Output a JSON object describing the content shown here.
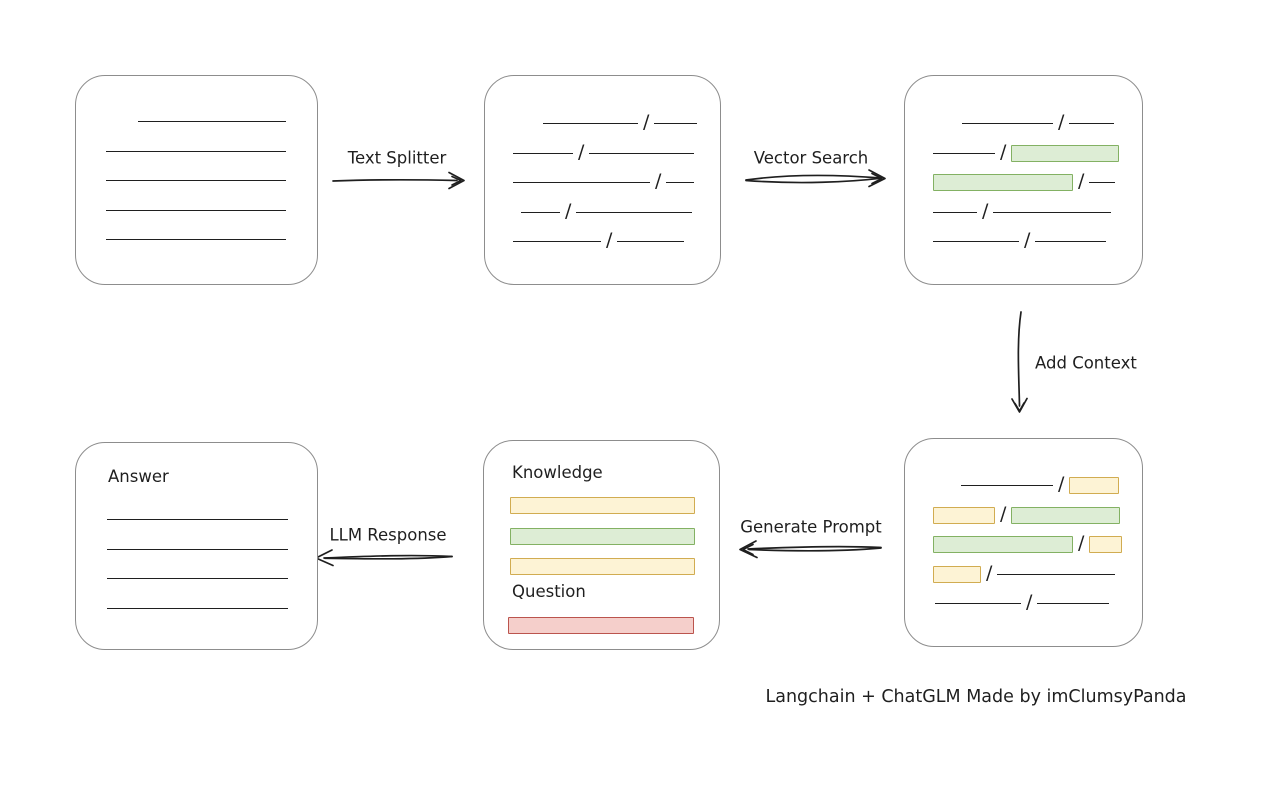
{
  "caption": "Langchain + ChatGLM Made by imClumsyPanda",
  "labels": {
    "text_splitter": "Text Splitter",
    "vector_search": "Vector Search",
    "add_context": "Add Context",
    "generate_prompt": "Generate Prompt",
    "llm_response": "LLM Response",
    "answer": "Answer"
  },
  "prompt_box": {
    "title": "Knowledge",
    "question_label": "Question",
    "knowledge_bars": [
      {
        "color": "yellow",
        "w": 183
      },
      {
        "color": "green",
        "w": 183
      },
      {
        "color": "yellow",
        "w": 183
      }
    ],
    "question_bars": [
      {
        "color": "red",
        "w": 184
      }
    ]
  },
  "colors": {
    "ink": "#1f1f1f",
    "box_border": "#8d8d8d",
    "green_fill": "#ddedd5",
    "green_stroke": "#83b163",
    "yellow_fill": "#fdf3d5",
    "yellow_stroke": "#d1ac51",
    "red_fill": "#f5cfcb",
    "red_stroke": "#bb544d"
  },
  "chunk_boxes": [
    {
      "id": "source-document",
      "rows": [
        [
          {
            "t": "line",
            "w": 148,
            "ml": 32
          }
        ],
        [
          {
            "t": "line",
            "w": 180
          }
        ],
        [
          {
            "t": "line",
            "w": 180
          }
        ],
        [
          {
            "t": "line",
            "w": 180
          }
        ],
        [
          {
            "t": "line",
            "w": 180
          }
        ]
      ]
    },
    {
      "id": "split-chunks",
      "rows": [
        [
          {
            "t": "line",
            "w": 95,
            "ml": 30
          },
          {
            "t": "slash"
          },
          {
            "t": "line",
            "w": 43
          }
        ],
        [
          {
            "t": "line",
            "w": 60
          },
          {
            "t": "slash"
          },
          {
            "t": "line",
            "w": 105
          }
        ],
        [
          {
            "t": "line",
            "w": 137
          },
          {
            "t": "slash"
          },
          {
            "t": "line",
            "w": 28
          }
        ],
        [
          {
            "t": "line",
            "w": 39,
            "ml": 8
          },
          {
            "t": "slash"
          },
          {
            "t": "line",
            "w": 116
          }
        ],
        [
          {
            "t": "line",
            "w": 88
          },
          {
            "t": "slash"
          },
          {
            "t": "line",
            "w": 67
          }
        ]
      ]
    },
    {
      "id": "matched-chunks",
      "rows": [
        [
          {
            "t": "line",
            "w": 91,
            "ml": 29
          },
          {
            "t": "slash"
          },
          {
            "t": "line",
            "w": 45
          }
        ],
        [
          {
            "t": "line",
            "w": 62
          },
          {
            "t": "slash"
          },
          {
            "t": "green",
            "w": 106
          }
        ],
        [
          {
            "t": "green",
            "w": 138
          },
          {
            "t": "slash"
          },
          {
            "t": "line",
            "w": 26
          }
        ],
        [
          {
            "t": "line",
            "w": 44
          },
          {
            "t": "slash"
          },
          {
            "t": "line",
            "w": 118
          }
        ],
        [
          {
            "t": "line",
            "w": 86
          },
          {
            "t": "slash"
          },
          {
            "t": "line",
            "w": 71
          }
        ]
      ]
    },
    {
      "id": "context-chunks",
      "rows": [
        [
          {
            "t": "line",
            "w": 92,
            "ml": 28
          },
          {
            "t": "slash"
          },
          {
            "t": "yellow",
            "w": 48
          }
        ],
        [
          {
            "t": "yellow",
            "w": 60
          },
          {
            "t": "slash"
          },
          {
            "t": "green",
            "w": 107
          }
        ],
        [
          {
            "t": "green",
            "w": 138
          },
          {
            "t": "slash"
          },
          {
            "t": "yellow",
            "w": 31
          }
        ],
        [
          {
            "t": "yellow",
            "w": 46
          },
          {
            "t": "slash"
          },
          {
            "t": "line",
            "w": 118
          }
        ],
        [
          {
            "t": "line",
            "w": 86,
            "ml": 2
          },
          {
            "t": "slash"
          },
          {
            "t": "line",
            "w": 72
          }
        ]
      ]
    },
    {
      "id": "answer-lines",
      "rows": [
        [
          {
            "t": "line",
            "w": 181
          }
        ],
        [
          {
            "t": "line",
            "w": 181
          }
        ],
        [
          {
            "t": "line",
            "w": 181
          }
        ],
        [
          {
            "t": "line",
            "w": 181
          }
        ]
      ]
    }
  ]
}
